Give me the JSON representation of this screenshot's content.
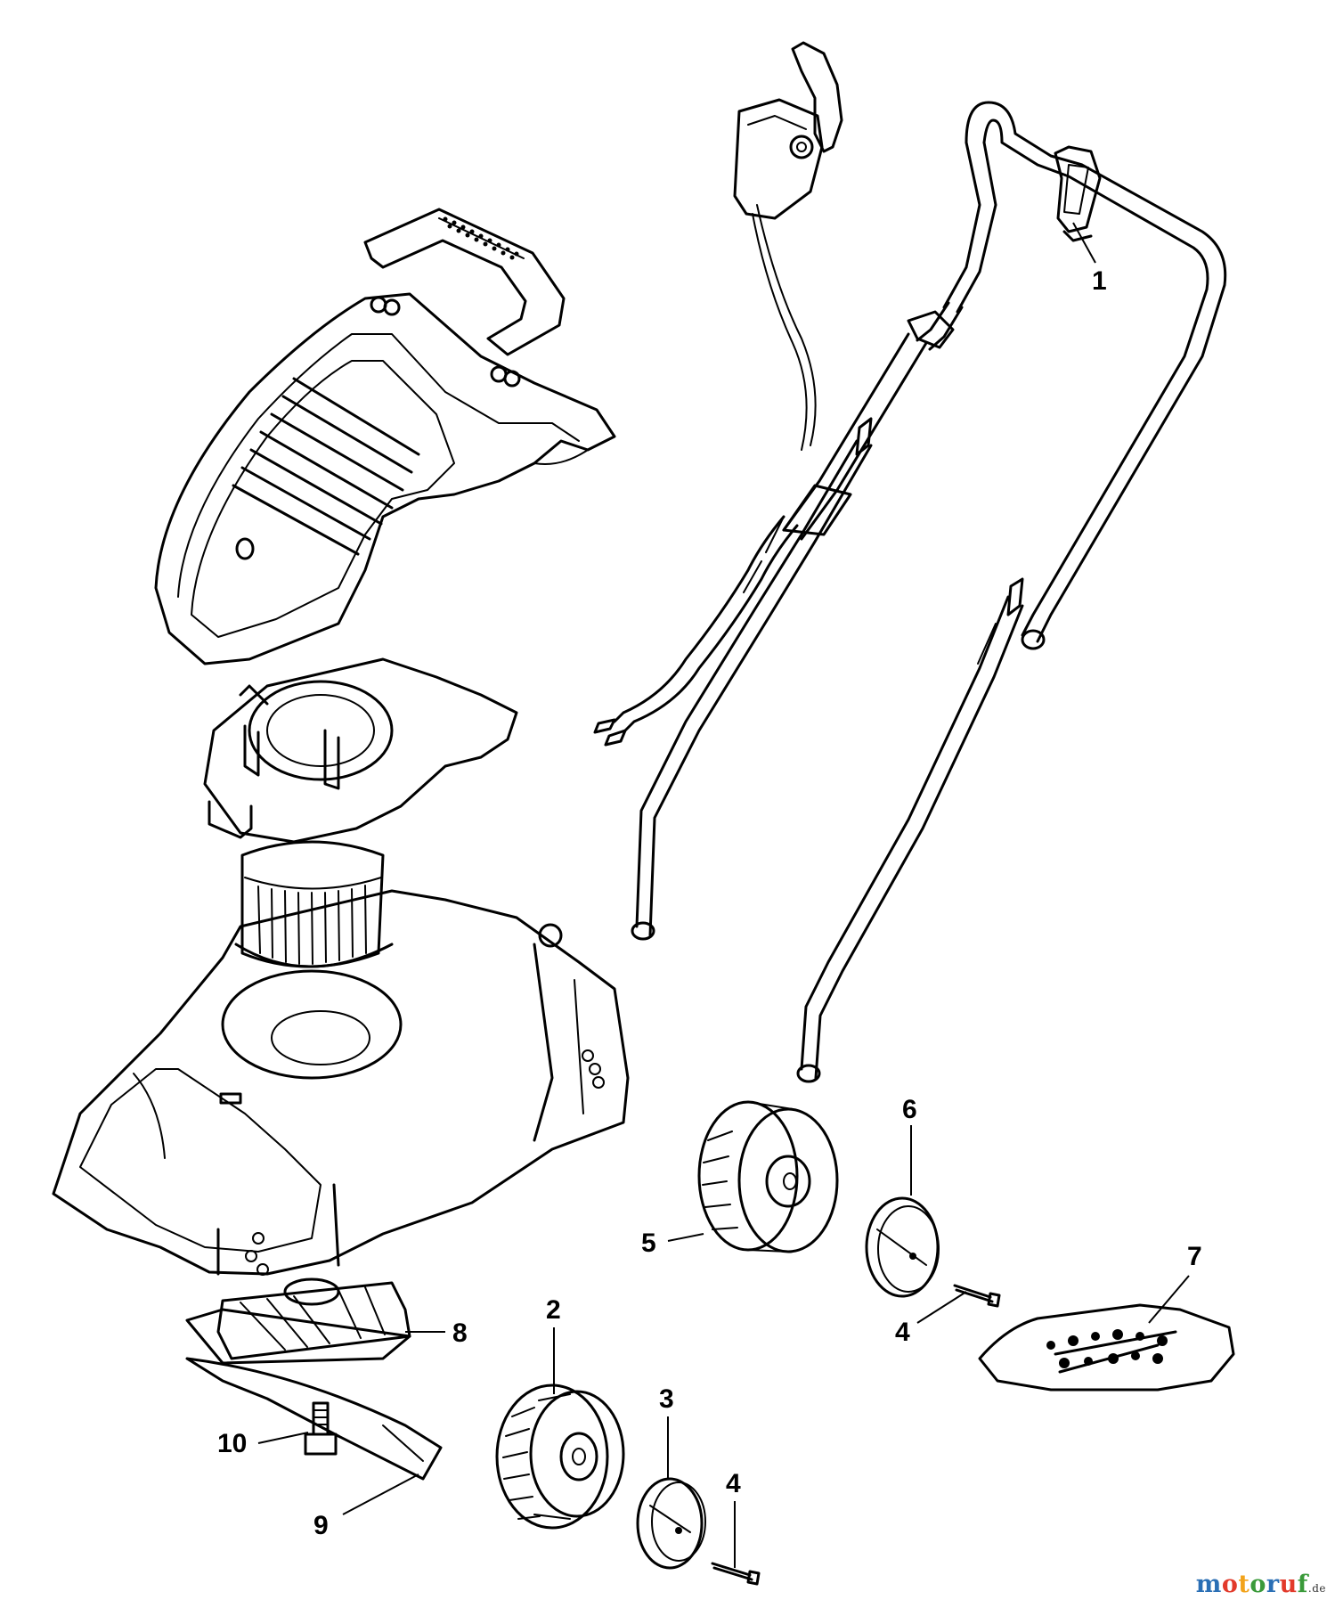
{
  "callouts": [
    {
      "label": "1"
    },
    {
      "label": "2"
    },
    {
      "label": "3"
    },
    {
      "label": "4"
    },
    {
      "label": "4"
    },
    {
      "label": "5"
    },
    {
      "label": "6"
    },
    {
      "label": "7"
    },
    {
      "label": "8"
    },
    {
      "label": "9"
    },
    {
      "label": "10"
    }
  ],
  "watermark": {
    "letters": [
      "m",
      "o",
      "t",
      "o",
      "r",
      "u",
      "f"
    ],
    "letter_colors": [
      "#2a6fb5",
      "#e23a2b",
      "#f2a31b",
      "#3a9a3a",
      "#2a6fb5",
      "#e23a2b",
      "#3a9a3a"
    ],
    "suffix": ".de"
  }
}
